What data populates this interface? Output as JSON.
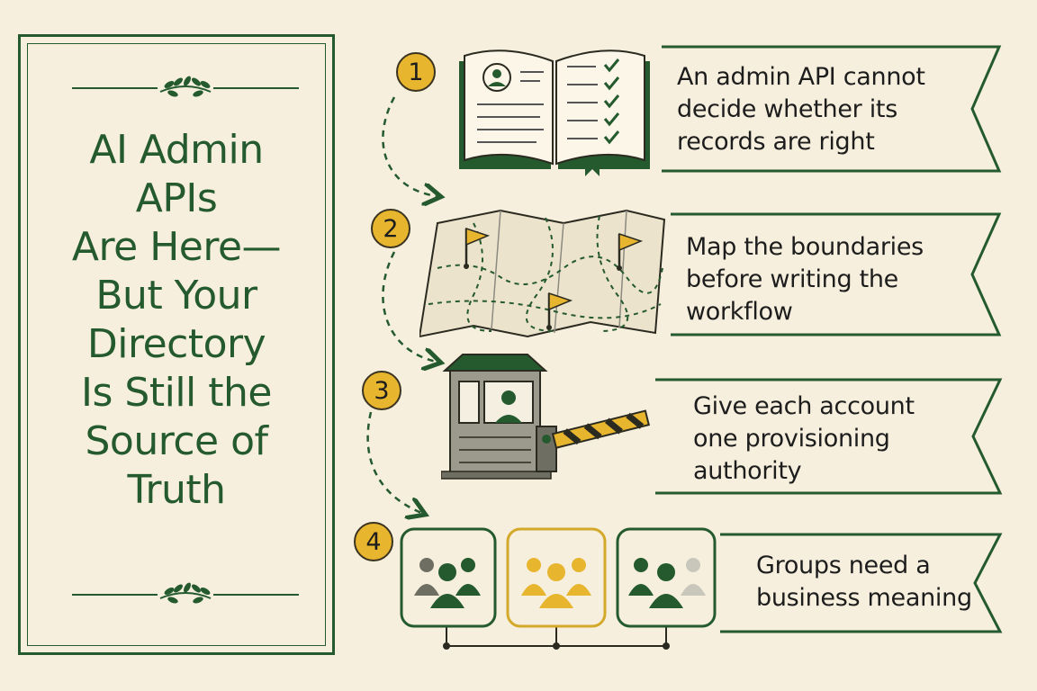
{
  "title": {
    "lines": [
      "AI Admin",
      "APIs",
      "Are Here—",
      "But Your",
      "Directory",
      "Is Still the",
      "Source of Truth"
    ]
  },
  "steps": [
    {
      "number": "1",
      "icon": "open-book-icon",
      "lines": [
        "An admin API cannot",
        "decide whether its",
        "records are right"
      ]
    },
    {
      "number": "2",
      "icon": "map-with-flags-icon",
      "lines": [
        "Map the boundaries",
        "before writing the",
        "workflow"
      ]
    },
    {
      "number": "3",
      "icon": "guard-booth-icon",
      "lines": [
        "Give each account",
        "one provisioning",
        "authority"
      ]
    },
    {
      "number": "4",
      "icon": "user-groups-icon",
      "lines": [
        "Groups need a",
        "business meaning"
      ]
    }
  ],
  "colors": {
    "background": "#f6efdd",
    "green": "#245a2e",
    "gold": "#e7b52e",
    "gray": "#8a8a80"
  }
}
